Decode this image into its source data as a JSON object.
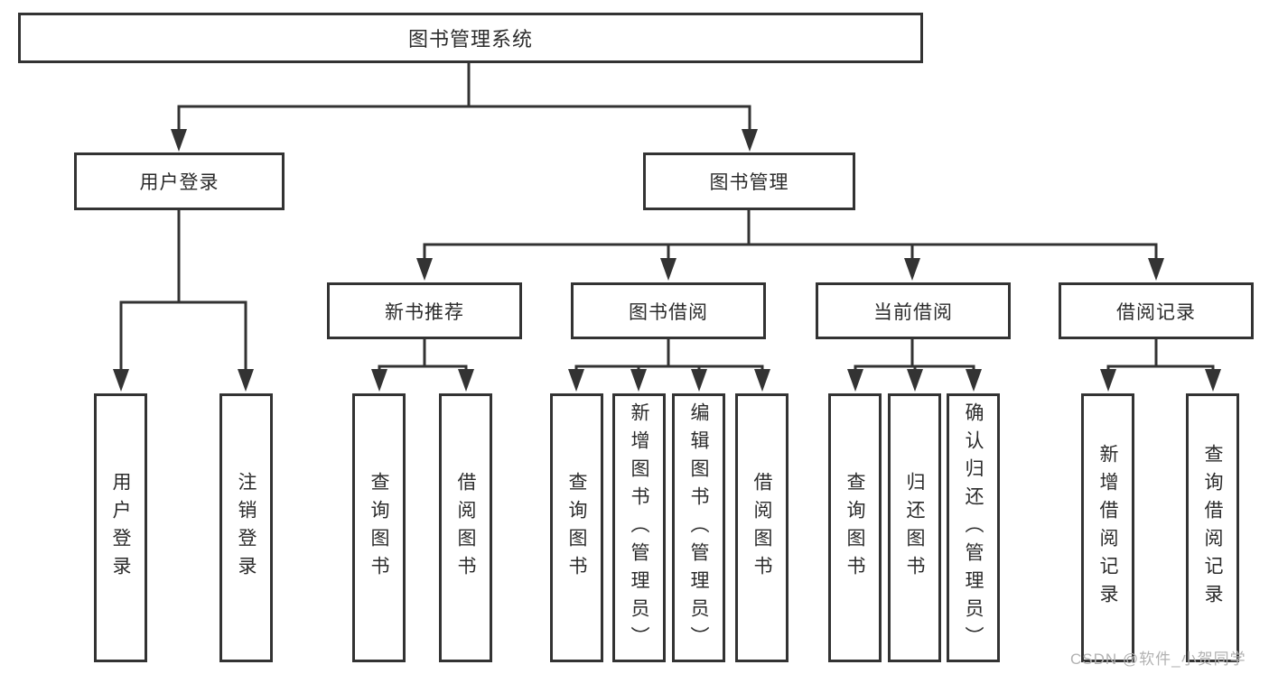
{
  "root": {
    "label": "图书管理系统"
  },
  "level2": {
    "user_login": {
      "label": "用户登录"
    },
    "book_management": {
      "label": "图书管理"
    }
  },
  "level3": {
    "new_book_recommend": {
      "label": "新书推荐"
    },
    "book_borrow": {
      "label": "图书借阅"
    },
    "current_borrow": {
      "label": "当前借阅"
    },
    "borrow_record": {
      "label": "借阅记录"
    }
  },
  "leaves": {
    "user_login": {
      "label": "用户登录"
    },
    "logout_login": {
      "label": "注销登录"
    },
    "recommend_query_book": {
      "label": "查询图书"
    },
    "recommend_borrow_book": {
      "label": "借阅图书"
    },
    "borrow_query_book": {
      "label": "查询图书"
    },
    "borrow_add_book": {
      "label": "新增图书（管理员）"
    },
    "borrow_edit_book": {
      "label": "编辑图书（管理员）"
    },
    "borrow_borrow_book": {
      "label": "借阅图书"
    },
    "current_query_book": {
      "label": "查询图书"
    },
    "current_return_book": {
      "label": "归还图书"
    },
    "current_confirm_return": {
      "label": "确认归还（管理员）"
    },
    "record_add_record": {
      "label": "新增借阅记录"
    },
    "record_query_record": {
      "label": "查询借阅记录"
    }
  },
  "watermark": {
    "text": "CSDN @软件_小贺同学"
  },
  "colors": {
    "line": "#333333",
    "text": "#2b2b2b",
    "watermark": "#b2b2b2",
    "background": "#ffffff"
  }
}
